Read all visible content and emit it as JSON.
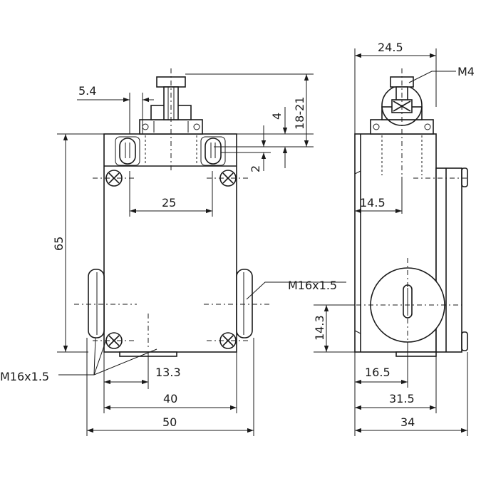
{
  "front_view": {
    "dimensions": {
      "d_5_4": "5.4",
      "d_18_21": "18-21",
      "d_4": "4",
      "d_2": "2",
      "d_25": "25",
      "d_65": "65",
      "d_13_3": "13.3",
      "d_40": "40",
      "d_50": "50"
    },
    "labels": {
      "thread_right": "M16x1.5",
      "thread_left": "M16x1.5"
    }
  },
  "side_view": {
    "dimensions": {
      "d_24_5": "24.5",
      "d_14_5": "14.5",
      "d_14_3": "14.3",
      "d_16_5": "16.5",
      "d_31_5": "31.5",
      "d_34": "34"
    },
    "labels": {
      "thread_top": "M4"
    }
  }
}
